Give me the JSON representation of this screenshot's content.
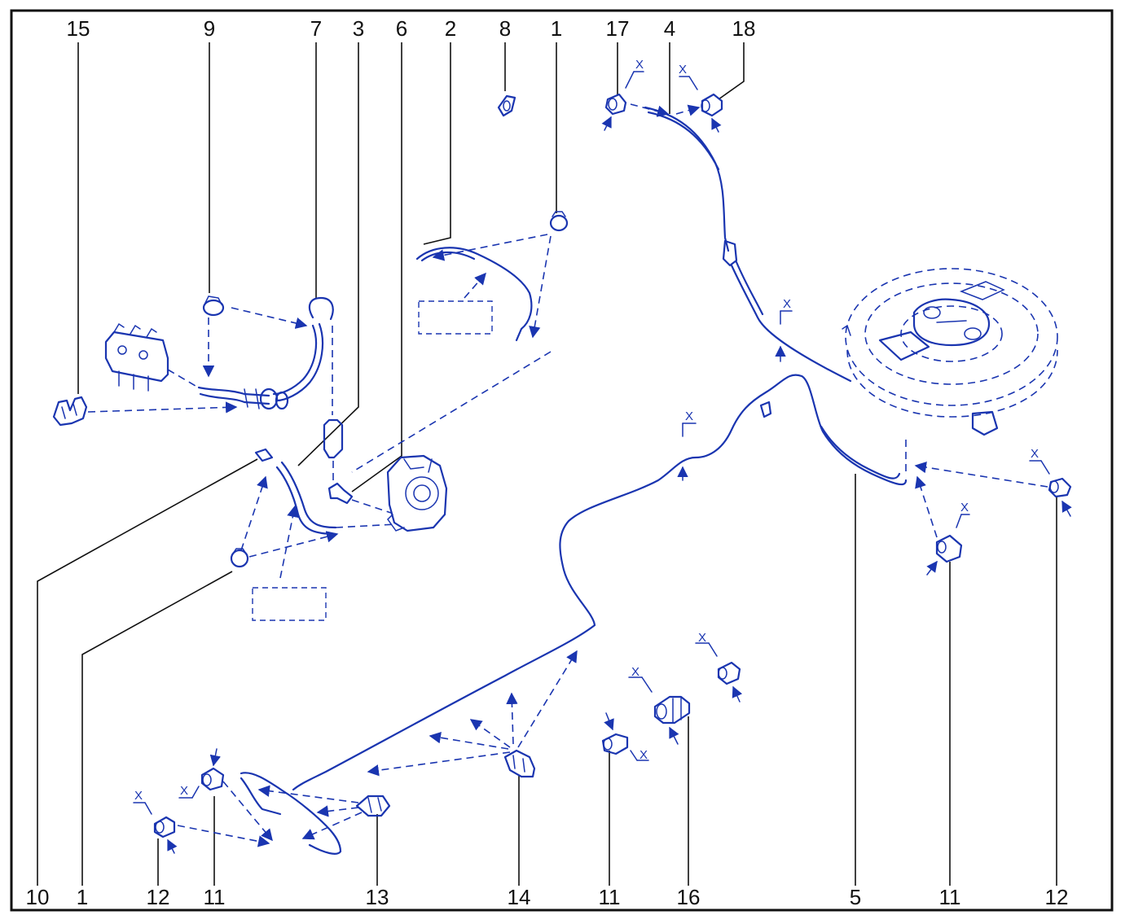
{
  "callouts": {
    "top": [
      "15",
      "9",
      "7",
      "3",
      "6",
      "2",
      "8",
      "1",
      "17",
      "4",
      "18"
    ],
    "bottom": [
      "10",
      "1",
      "12",
      "11",
      "13",
      "14",
      "11",
      "16",
      "5",
      "11",
      "12"
    ]
  },
  "dimension_mark": "X",
  "colors": {
    "line_art": "#1a35b0",
    "text": "#111111",
    "frame": "#111111"
  }
}
